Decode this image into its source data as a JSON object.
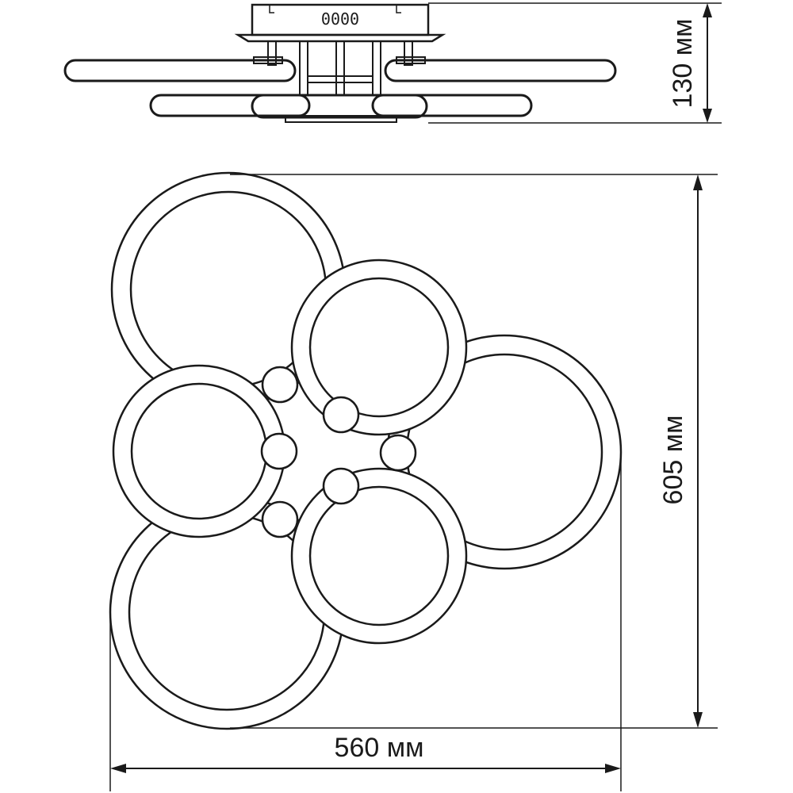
{
  "dimensions": {
    "height_label": "130 мм",
    "depth_label": "605 мм",
    "width_label": "560 мм"
  },
  "canopy_marking": "0000",
  "colors": {
    "line": "#1a1a1a",
    "background": "#ffffff"
  }
}
